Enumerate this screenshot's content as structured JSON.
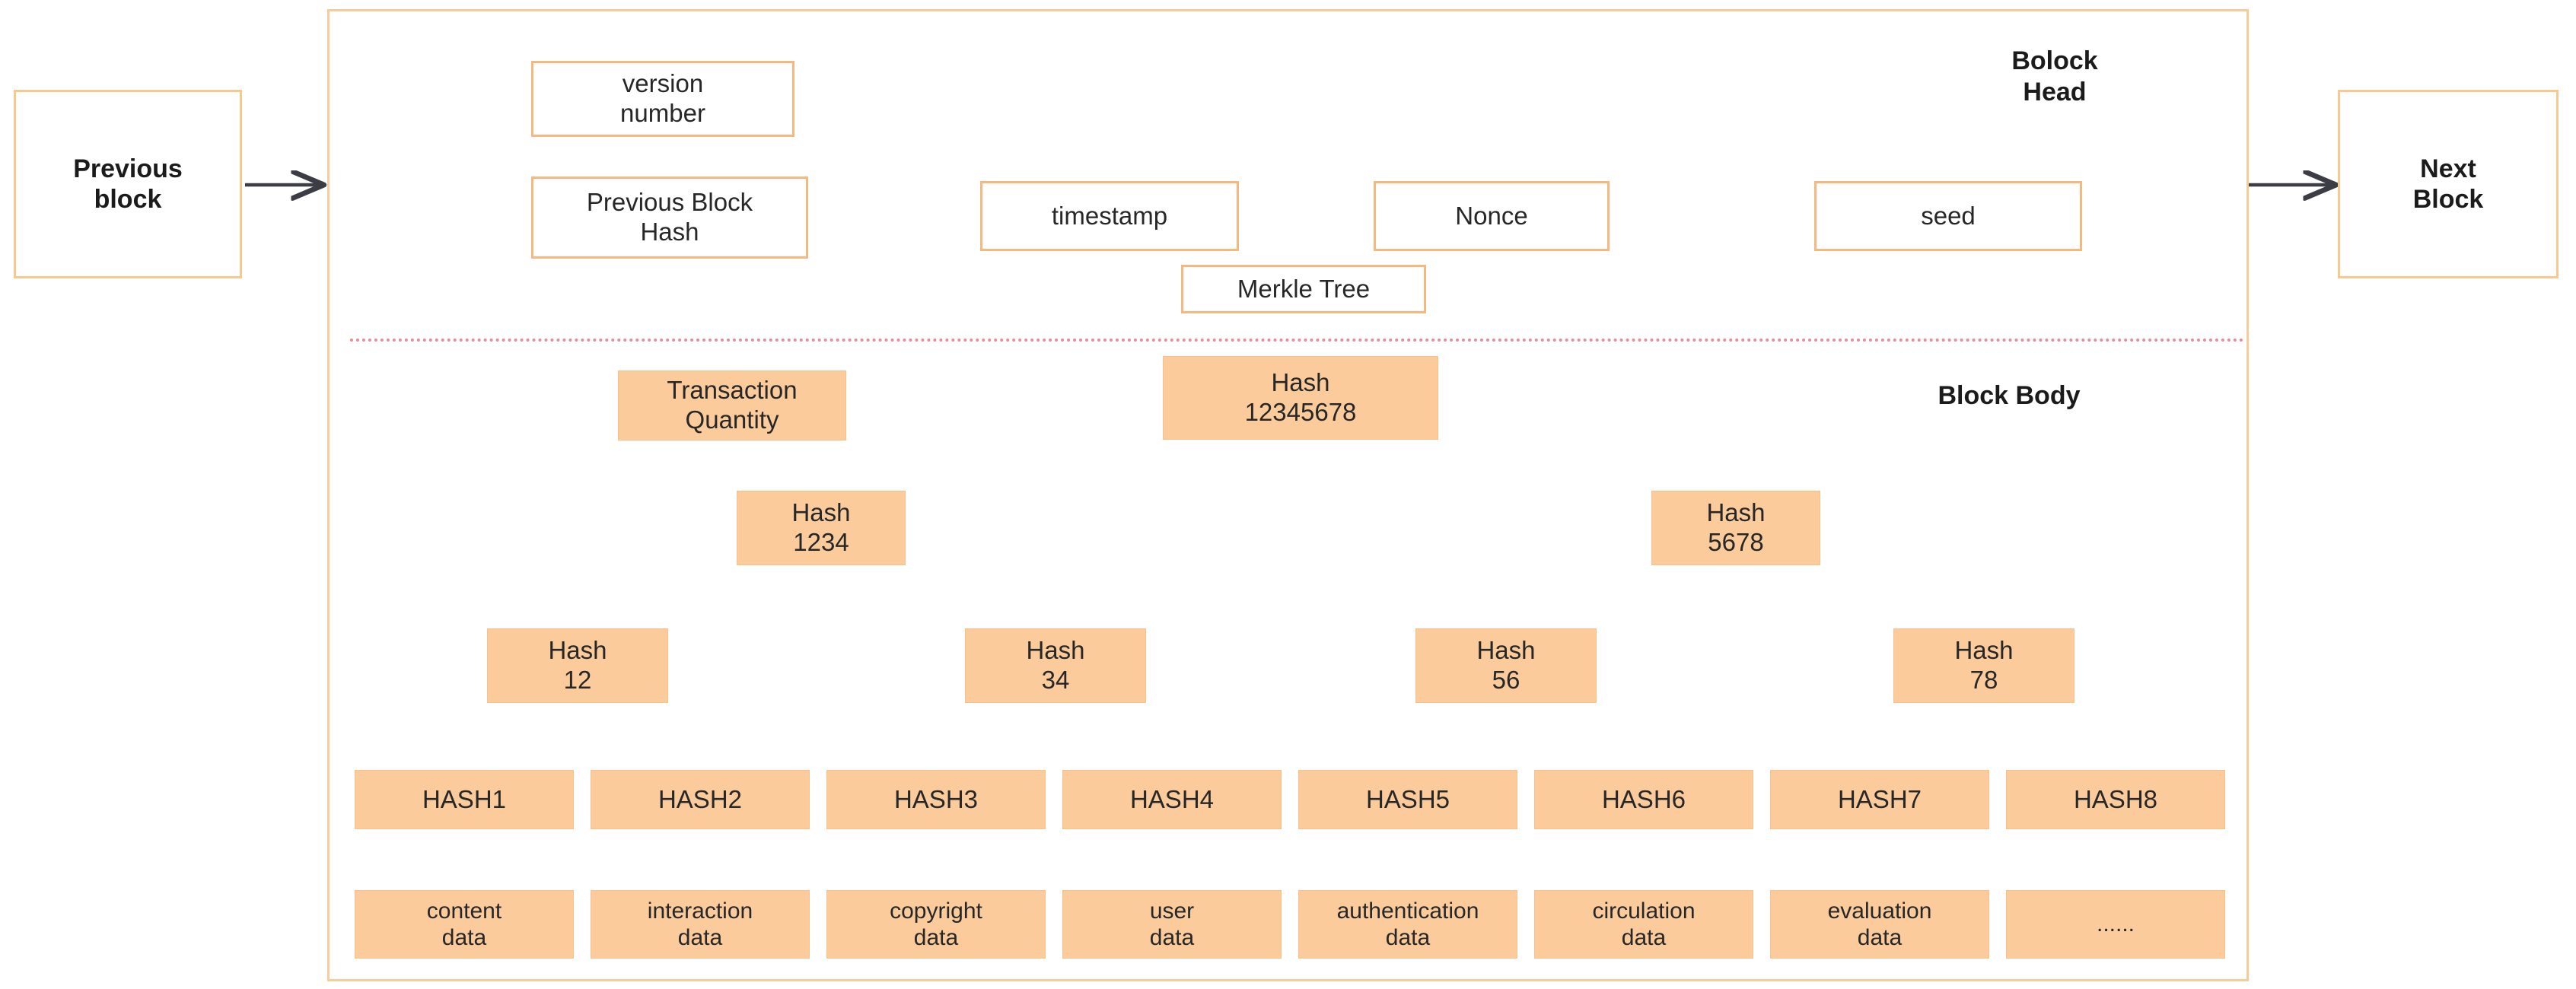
{
  "diagram": {
    "title": "Blockchain block structure with Merkle tree",
    "colors": {
      "box_fill": "#fbcb9c",
      "box_border": "#f5b97f",
      "frame_border": "#f7cc9b",
      "divider": "#ea8b95",
      "arrow": "#3c3c44",
      "text": "#272727"
    }
  },
  "chain": {
    "previous_block_label": "Previous\nblock",
    "next_block_label": "Next\nBlock"
  },
  "sections": {
    "head_label": "Bolock\nHead",
    "body_label": "Block Body"
  },
  "header_fields": [
    {
      "id": "version-number",
      "label": "version\nnumber"
    },
    {
      "id": "previous-block-hash",
      "label": "Previous Block\nHash"
    },
    {
      "id": "timestamp",
      "label": "timestamp"
    },
    {
      "id": "nonce",
      "label": "Nonce"
    },
    {
      "id": "seed",
      "label": "seed"
    },
    {
      "id": "merkle-tree",
      "label": "Merkle Tree"
    }
  ],
  "body_fields": [
    {
      "id": "transaction-quantity",
      "label": "Transaction\nQuantity"
    }
  ],
  "merkle": {
    "root": {
      "id": "hash-12345678",
      "label": "Hash\n12345678"
    },
    "level2": [
      {
        "id": "hash-1234",
        "label": "Hash\n1234"
      },
      {
        "id": "hash-5678",
        "label": "Hash\n5678"
      }
    ],
    "level3": [
      {
        "id": "hash-12",
        "label": "Hash\n12"
      },
      {
        "id": "hash-34",
        "label": "Hash\n34"
      },
      {
        "id": "hash-56",
        "label": "Hash\n56"
      },
      {
        "id": "hash-78",
        "label": "Hash\n78"
      }
    ],
    "leaves": [
      {
        "id": "hash1",
        "label": "HASH1"
      },
      {
        "id": "hash2",
        "label": "HASH2"
      },
      {
        "id": "hash3",
        "label": "HASH3"
      },
      {
        "id": "hash4",
        "label": "HASH4"
      },
      {
        "id": "hash5",
        "label": "HASH5"
      },
      {
        "id": "hash6",
        "label": "HASH6"
      },
      {
        "id": "hash7",
        "label": "HASH7"
      },
      {
        "id": "hash8",
        "label": "HASH8"
      }
    ],
    "data_sources": [
      {
        "id": "content-data",
        "label": "content\ndata"
      },
      {
        "id": "interaction-data",
        "label": "interaction\ndata"
      },
      {
        "id": "copyright-data",
        "label": "copyright\ndata"
      },
      {
        "id": "user-data",
        "label": "user\ndata"
      },
      {
        "id": "authentication-data",
        "label": "authentication\ndata"
      },
      {
        "id": "circulation-data",
        "label": "circulation\ndata"
      },
      {
        "id": "evaluation-data",
        "label": "evaluation\ndata"
      },
      {
        "id": "ellipsis-data",
        "label": "......"
      }
    ]
  }
}
